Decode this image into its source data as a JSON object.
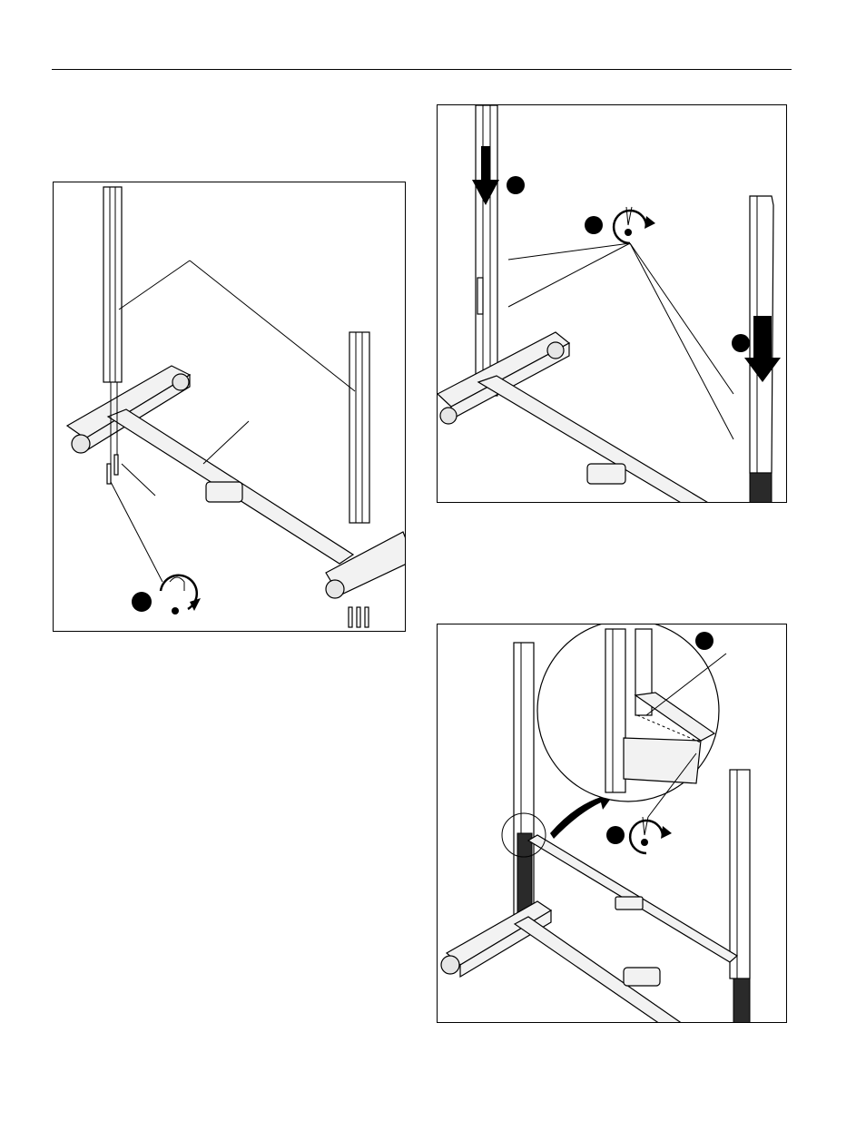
{
  "page": {
    "background": "#ffffff",
    "line_color": "#000000"
  },
  "figures": [
    {
      "id": "fig-1",
      "description_icons": [
        "wrench-rotate-icon"
      ]
    },
    {
      "id": "fig-2",
      "description_icons": [
        "screwdriver-rotate-icon",
        "down-arrow-icon"
      ]
    },
    {
      "id": "fig-3",
      "description_icons": [
        "screwdriver-rotate-icon",
        "curved-arrow-icon"
      ]
    }
  ]
}
